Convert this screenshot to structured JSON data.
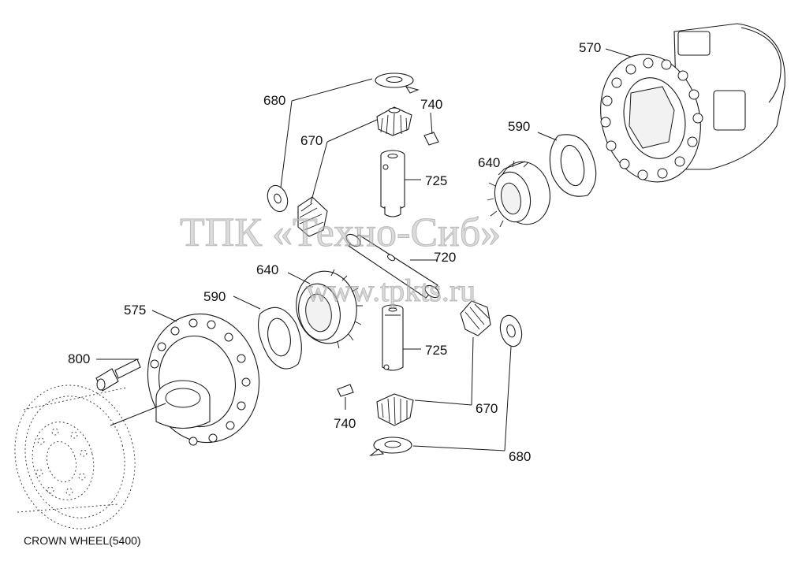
{
  "caption": "CROWN WHEEL(5400)",
  "watermark": {
    "main": "ТПК «Техно-Сиб»",
    "url": "www.tpkts.ru"
  },
  "part_labels": [
    {
      "id": "570",
      "text": "570"
    },
    {
      "id": "680-top",
      "text": "680"
    },
    {
      "id": "740-top",
      "text": "740"
    },
    {
      "id": "670-top",
      "text": "670"
    },
    {
      "id": "590-right",
      "text": "590"
    },
    {
      "id": "640-right",
      "text": "640"
    },
    {
      "id": "725-top",
      "text": "725"
    },
    {
      "id": "720",
      "text": "720"
    },
    {
      "id": "640-left",
      "text": "640"
    },
    {
      "id": "590-left",
      "text": "590"
    },
    {
      "id": "575",
      "text": "575"
    },
    {
      "id": "800",
      "text": "800"
    },
    {
      "id": "725-bottom",
      "text": "725"
    },
    {
      "id": "740-bottom",
      "text": "740"
    },
    {
      "id": "670-bottom",
      "text": "670"
    },
    {
      "id": "680-bottom",
      "text": "680"
    }
  ],
  "colors": {
    "line": "#1a1a1a",
    "watermark": "#bdbdbd",
    "background": "#ffffff"
  }
}
